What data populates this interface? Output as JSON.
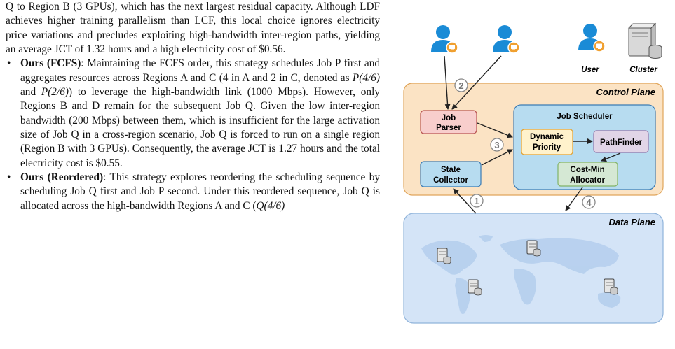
{
  "text": {
    "para1": "Q to Region B (3 GPUs), which has the next largest residual capacity. Although LDF achieves higher training parallelism than LCF, this local choice ignores electricity price variations and precludes exploiting high-bandwidth inter-region paths, yielding an average JCT of 1.32 hours and a high electricity cost of $0.56.",
    "bullet1_title": "Ours (FCFS)",
    "bullet1_a": ": Maintaining the FCFS order, this strategy schedules Job P first and aggregates resources across Regions A and C (4 in A and 2 in C, denoted as ",
    "bullet1_m1": "P(4/6)",
    "bullet1_b": " and ",
    "bullet1_m2": "P(2/6)",
    "bullet1_c": ") to leverage the high-bandwidth link (1000 Mbps). However, only Regions B and D remain for the subsequent Job Q. Given the low inter-region bandwidth (200 Mbps) between them, which is insufficient for the large activation size of Job Q in a cross-region scenario, Job Q is forced to run on a single region (Region B with 3 GPUs). Consequently, the average JCT is 1.27 hours and the total electricity cost is $0.55.",
    "bullet2_title": "Ours (Reordered)",
    "bullet2_a": ": This strategy explores reordering the scheduling sequence by scheduling Job Q first and Job P second. Under this reordered sequence, Job Q is allocated across the high-bandwidth Regions A and C (",
    "bullet2_m1": "Q(4/6)"
  },
  "figure": {
    "control_plane_label": "Control Plane",
    "data_plane_label": "Data Plane",
    "legend_user": "User",
    "legend_cluster": "Cluster",
    "job_parser": [
      "Job",
      "Parser"
    ],
    "state_collector": [
      "State",
      "Collector"
    ],
    "job_scheduler": "Job Scheduler",
    "dynamic_priority": [
      "Dynamic",
      "Priority"
    ],
    "pathfinder": "PathFinder",
    "cost_min_allocator": [
      "Cost-Min",
      "Allocator"
    ],
    "steps": [
      "1",
      "2",
      "3",
      "4"
    ],
    "colors": {
      "control_fill": "#fbe3c4",
      "control_stroke": "#e0a55a",
      "scheduler_fill": "#b7dcf0",
      "data_fill": "#d4e4f7",
      "parser_fill": "#f8cecc",
      "priority_fill": "#fff2cc",
      "pathfinder_fill": "#e1d5e7",
      "allocator_fill": "#d5e8d4",
      "user_blue": "#1a8bd6",
      "user_badge": "#f0a030"
    }
  }
}
